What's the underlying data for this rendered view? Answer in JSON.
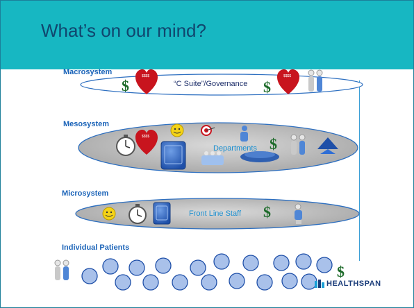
{
  "slide": {
    "title": "What’s on our mind?",
    "levels": {
      "macro": {
        "label": "Macrosystem",
        "center": "“C Suite”/Governance"
      },
      "meso": {
        "label": "Mesosystem",
        "center": "Departments"
      },
      "micro": {
        "label": "Microsystem",
        "center": "Front Line Staff"
      },
      "patients": {
        "label": "Individual Patients"
      }
    },
    "heart_tag": "$$$$",
    "logo": "HEALTHSPAN"
  },
  "colors": {
    "header": "#17b7c2",
    "title": "#10466e",
    "label": "#1a63b8",
    "ellipse_outline": "#2d6fc0",
    "ellipse_fill": "#bdbdbd",
    "patient_circle_fill": "#a9c1ea"
  },
  "icons": [
    "dollar-sign-icon",
    "heart-icon",
    "stopwatch-icon",
    "smiley-icon",
    "target-icon",
    "people-icon",
    "book-icon",
    "pyramid-icon"
  ]
}
